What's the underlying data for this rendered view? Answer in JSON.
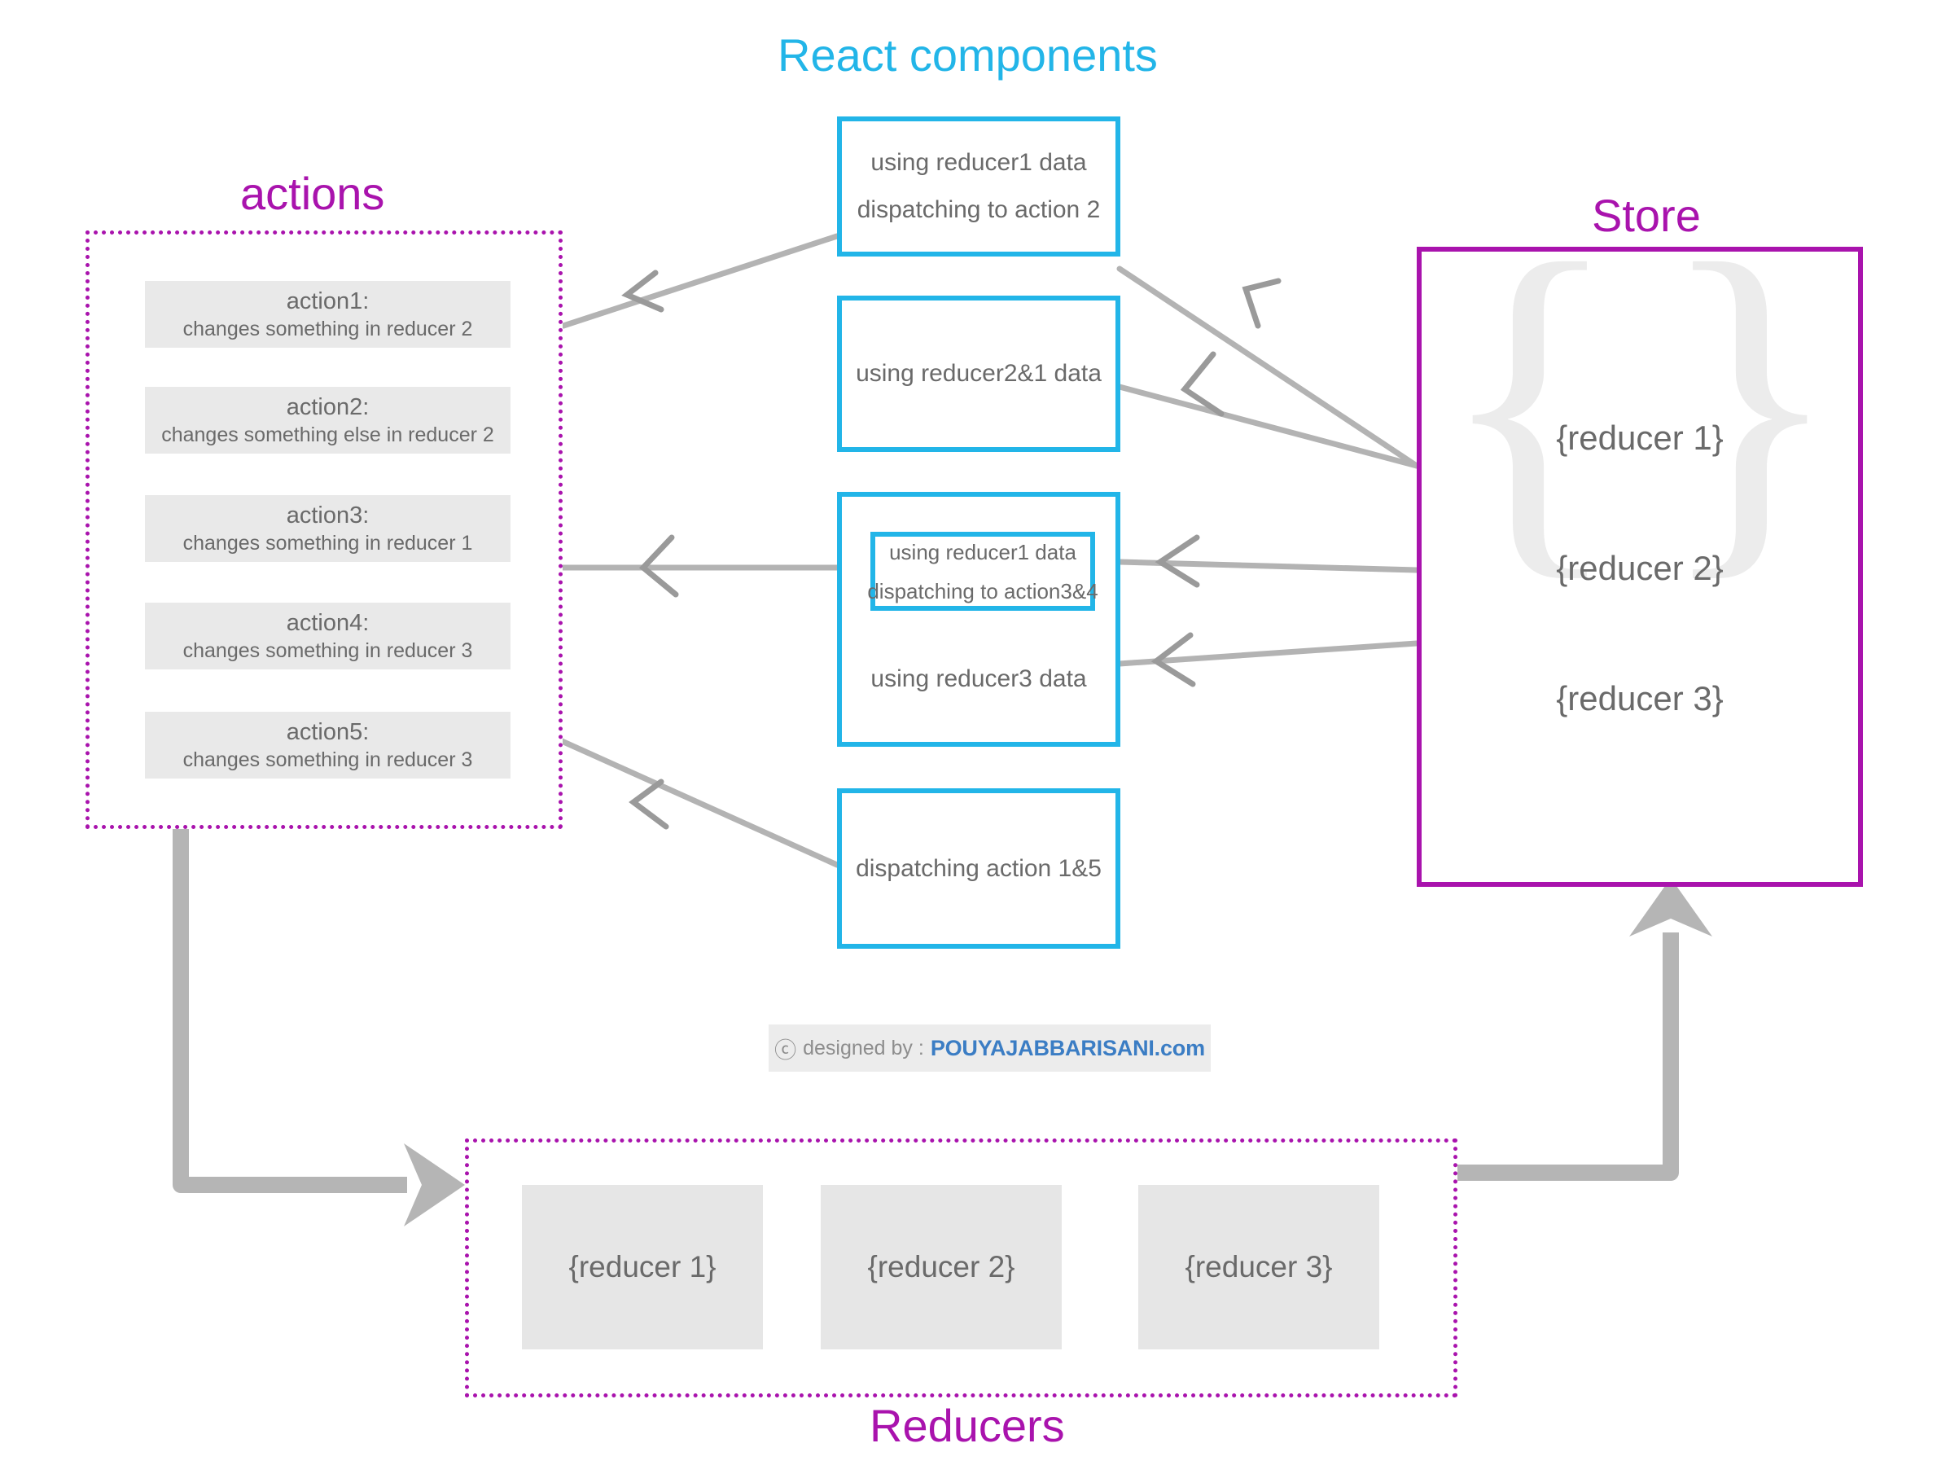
{
  "sections": {
    "actions_title": "actions",
    "react_title": "React components",
    "store_title": "Store",
    "reducers_title": "Reducers"
  },
  "colors": {
    "purple": "#a913ad",
    "cyan": "#22b5e8",
    "gray_box": "#e9e9e9",
    "text_gray": "#6a6a6a",
    "arrow_gray": "#b3b3b3",
    "thick_arrow_gray": "#b5b5b5",
    "link_blue": "#3b7dc4"
  },
  "actions": [
    {
      "title": "action1:",
      "desc": "changes something in reducer 2"
    },
    {
      "title": "action2:",
      "desc": "changes something else in reducer 2"
    },
    {
      "title": "action3:",
      "desc": "changes something in reducer 1"
    },
    {
      "title": "action4:",
      "desc": "changes something in reducer 3"
    },
    {
      "title": "action5:",
      "desc": "changes something in reducer 3"
    }
  ],
  "components": [
    {
      "line1": "using reducer1 data",
      "line2": "dispatching to action 2"
    },
    {
      "line1": "using reducer2&1 data"
    },
    {
      "inner": {
        "line1": "using reducer1 data",
        "line2": "dispatching to action3&4"
      },
      "line1": "using reducer3 data"
    },
    {
      "line1": "dispatching action 1&5"
    }
  ],
  "store": {
    "brace_open": "{",
    "brace_close": "}",
    "reducers": [
      "{reducer 1}",
      "{reducer 2}",
      "{reducer 3}"
    ]
  },
  "reducers": [
    "{reducer 1}",
    "{reducer 2}",
    "{reducer 3}"
  ],
  "watermark": {
    "cc": "ⓒ",
    "by": "designed by :",
    "site": "POUYAJABBARISANI.com"
  }
}
